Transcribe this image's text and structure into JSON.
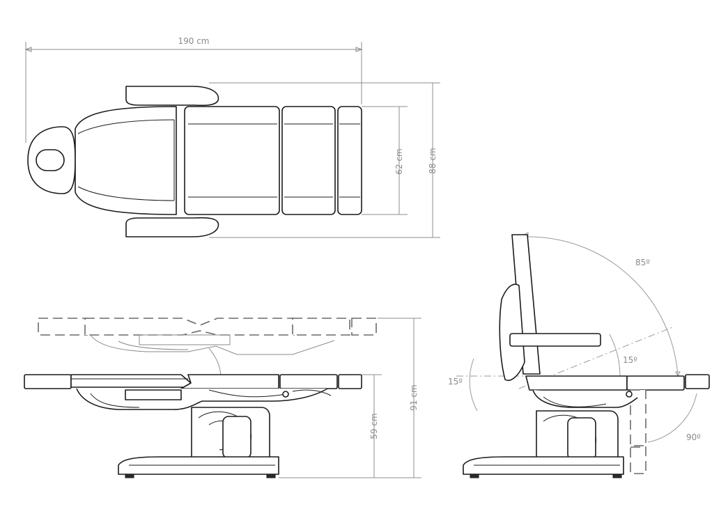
{
  "dimensions": {
    "length": "190 cm",
    "seat_width": "62 cm",
    "armrest_width": "88 cm",
    "max_height": "91 cm",
    "min_height": "59 cm"
  },
  "angles": {
    "backrest": "85º",
    "seat_tilt": "15º",
    "reverse_tilt": "15º",
    "leg_rest": "90º"
  },
  "colors": {
    "outline": "#1a1a1a",
    "dimension_lines": "#8c8c8c"
  }
}
